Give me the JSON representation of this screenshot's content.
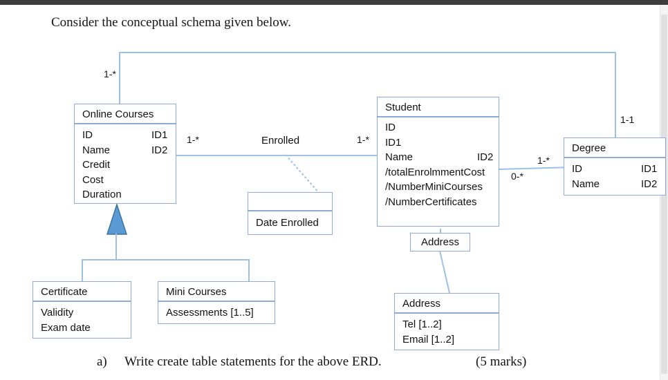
{
  "document": {
    "prompt": "Consider the conceptual schema given below.",
    "question_label": "a)",
    "question_text": "Write create table statements for the above ERD.",
    "marks": "(5 marks)"
  },
  "theme": {
    "line_color": "#9cc0e7",
    "box_border": "#8faadc",
    "triangle_fill": "#5b9bd5",
    "triangle_border": "#41719c",
    "text_color": "#111111"
  },
  "diagram": {
    "classes": {
      "online_courses": {
        "name": "Online Courses",
        "attributes": [
          {
            "name": "ID",
            "key": "ID1"
          },
          {
            "name": "Name",
            "key": "ID2"
          },
          {
            "name": "Credit",
            "key": ""
          },
          {
            "name": "Cost",
            "key": ""
          },
          {
            "name": "Duration",
            "key": ""
          }
        ]
      },
      "student": {
        "name": "Student",
        "attributes": [
          {
            "name": "ID",
            "key": ""
          },
          {
            "name": "ID1",
            "key": ""
          },
          {
            "name": "Name",
            "key": "ID2"
          }
        ],
        "derived": "/totalEnrolmmentCost",
        "derived2": "/NumberMiniCourses",
        "derived3": "/NumberCertificates"
      },
      "degree": {
        "name": "Degree",
        "attributes": [
          {
            "name": "ID",
            "key": "ID1"
          },
          {
            "name": "Name",
            "key": "ID2"
          }
        ]
      },
      "certificate": {
        "name": "Certificate",
        "attributes": [
          {
            "name": "Validity",
            "key": ""
          },
          {
            "name": "Exam date",
            "key": ""
          }
        ]
      },
      "mini_courses": {
        "name": "Mini Courses",
        "attributes": [
          {
            "name": "Assessments [1..5]",
            "key": ""
          }
        ]
      },
      "address": {
        "name": "Address",
        "attributes": [
          {
            "name": "Tel [1..2]",
            "key": ""
          },
          {
            "name": "Email [1..2]",
            "key": ""
          }
        ]
      },
      "date_enrolled": {
        "name": "",
        "attributes": [
          {
            "name": "Date Enrolled",
            "key": ""
          }
        ]
      }
    },
    "associations": {
      "enrolled": {
        "name": "Enrolled",
        "source_multiplicity": "1-*",
        "target_multiplicity": "1-*"
      },
      "courses_degree": {
        "multiplicity_left": "1-*",
        "multiplicity_right": "1-1"
      },
      "student_degree": {
        "multiplicity_left": "0-*",
        "multiplicity_right": "1-*"
      },
      "student_address": {
        "name": "Address"
      }
    }
  }
}
